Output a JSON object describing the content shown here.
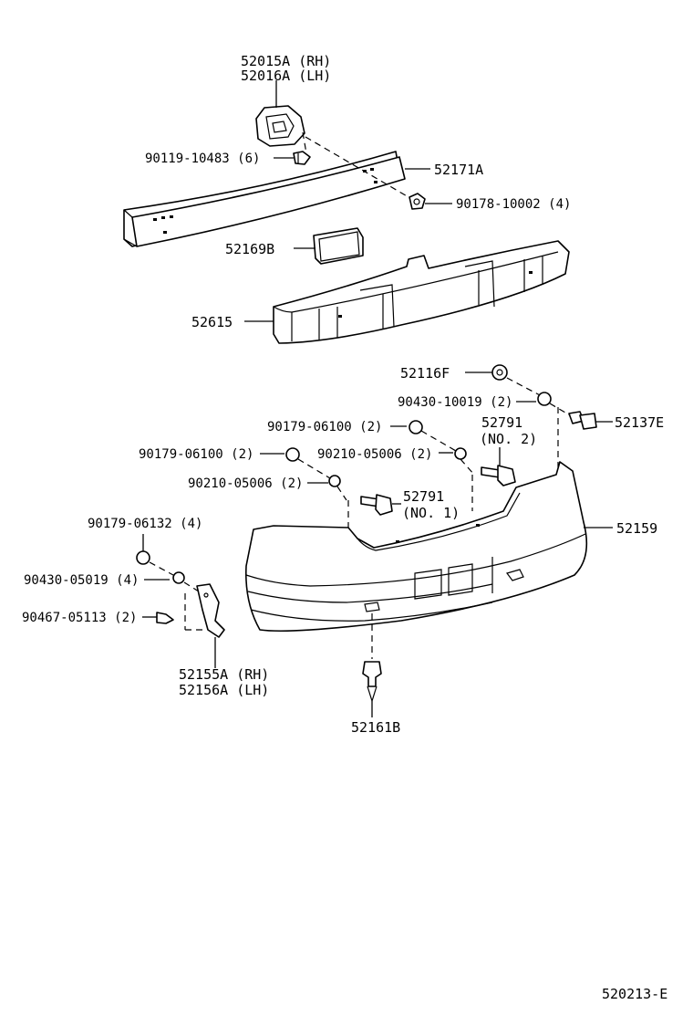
{
  "figure_code": "520213-E",
  "labels": {
    "reinforcement_ext_rh": "52015A (RH)",
    "reinforcement_ext_lh": "52016A (LH)",
    "bolt_90119": "90119-10483 (6)",
    "reinforcement": "52171A",
    "nut_90178": "90178-10002 (4)",
    "pad": "52169B",
    "energy_absorber": "52615",
    "retainer_52116f": "52116F",
    "washer_90430_10019": "90430-10019 (2)",
    "clip_52137e": "52137E",
    "nut_90179_06100_a": "90179-06100 (2)",
    "support_52791_no2_code": "52791",
    "support_52791_no2_note": "(NO. 2)",
    "nut_90179_06100_b": "90179-06100 (2)",
    "washer_90210_a": "90210-05006 (2)",
    "washer_90210_b": "90210-05006 (2)",
    "support_52791_no1_code": "52791",
    "support_52791_no1_note": "(NO. 1)",
    "bumper_cover": "52159",
    "nut_90179_06132": "90179-06132 (4)",
    "washer_90430_05019": "90430-05019 (4)",
    "screw_90467": "90467-05113 (2)",
    "bracket_rh": "52155A (RH)",
    "bracket_lh": "52156A (LH)",
    "clip_52161b": "52161B"
  }
}
